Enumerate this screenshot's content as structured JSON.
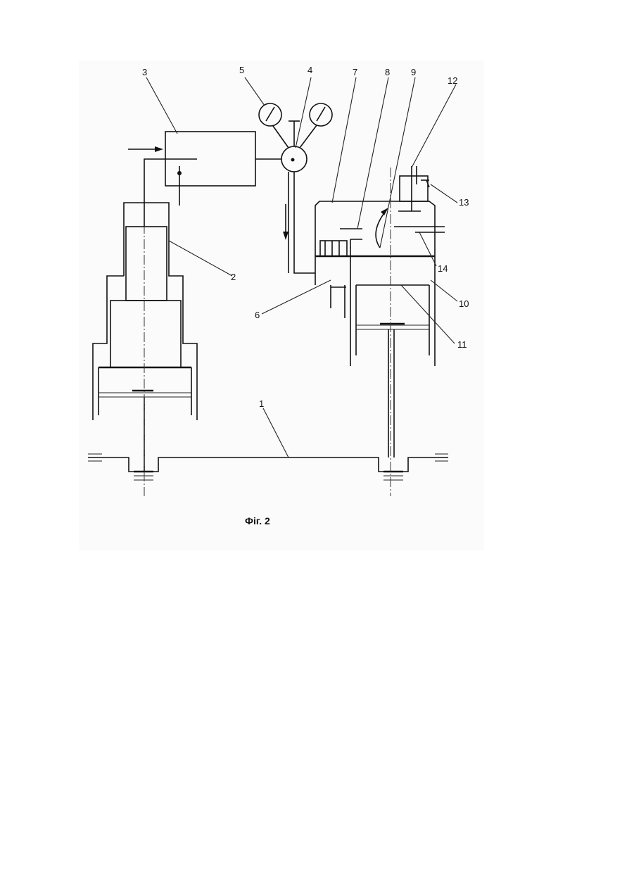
{
  "figure": {
    "caption": "Фіг. 2",
    "labels": {
      "l1": "1",
      "l2": "2",
      "l3": "3",
      "l4": "4",
      "l5": "5",
      "l6": "6",
      "l7": "7",
      "l8": "8",
      "l9": "9",
      "l10": "10",
      "l11": "11",
      "l12": "12",
      "l13": "13",
      "l14": "14"
    }
  }
}
